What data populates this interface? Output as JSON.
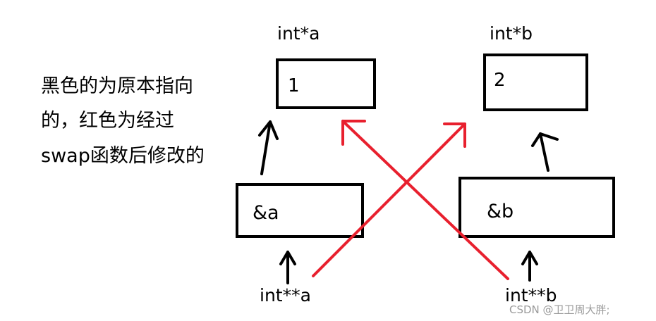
{
  "note_lines": [
    "黑色的为原本指向",
    "的，红色为经过",
    "swap函数后修改的"
  ],
  "labels": {
    "ptr_a": "int*a",
    "ptr_b": "int*b",
    "pp_a": "int**a",
    "pp_b": "int**b"
  },
  "boxes": {
    "value_a": "1",
    "value_b": "2",
    "addr_a": "&a",
    "addr_b": "&b"
  },
  "watermark": "CSDN @卫卫周大胖;",
  "colors": {
    "original_arrow": "#000000",
    "swapped_arrow": "#e8202e",
    "box_border": "#000000"
  }
}
